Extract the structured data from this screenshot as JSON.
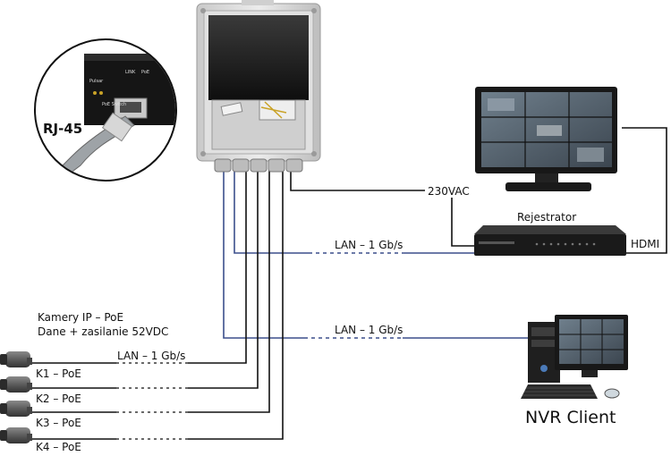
{
  "labels": {
    "rj45": "RJ-45",
    "switch_brand": "Pulsar",
    "switch_link": "LINK",
    "switch_poe": "PoE",
    "switch_name": "PoE Switch",
    "power": "230VAC",
    "recorder": "Rejestrator",
    "hdmi": "HDMI",
    "lan_recorder": "LAN – 1 Gb/s",
    "lan_client": "LAN – 1 Gb/s",
    "lan_cameras": "LAN – 1 Gb/s",
    "cameras_title_1": "Kamery IP – PoE",
    "cameras_title_2": "Dane + zasilanie 52VDC",
    "client": "NVR Client"
  },
  "cameras": [
    {
      "label": "K1 – PoE"
    },
    {
      "label": "K2 – PoE"
    },
    {
      "label": "K3 – PoE"
    },
    {
      "label": "K4 – PoE"
    }
  ],
  "colors": {
    "lan_cable": "#3b4f8c",
    "wire": "#111111",
    "device_dark": "#1d1d1d",
    "enclosure": "#d9d9d9"
  }
}
